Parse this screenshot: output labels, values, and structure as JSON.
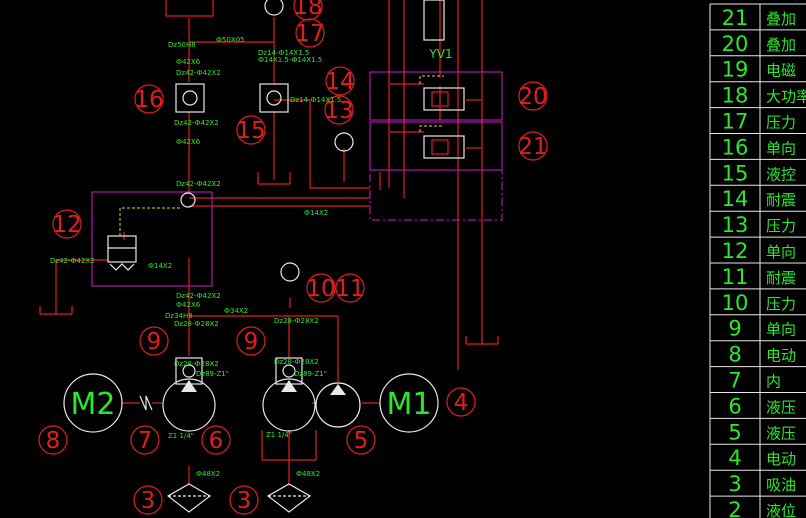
{
  "callouts": [
    "18",
    "17",
    "16",
    "15",
    "14",
    "13",
    "20",
    "21",
    "12",
    "10",
    "11",
    "9",
    "9",
    "8",
    "7",
    "6",
    "5",
    "4",
    "3",
    "3"
  ],
  "motors": {
    "m2": "M2",
    "m1": "M1"
  },
  "valve_label": "YV1",
  "pipe_labels": [
    "Dz50H8",
    "Ф50X05",
    "Ф42X6",
    "Dz42-Ф42X2",
    "Dz14-Ф14X1.5",
    "Ф14X1.5-Ф14X1.5",
    "Dz42-Ф42X2",
    "Ф42X6",
    "Dz14-Ф14X1.5",
    "Dz42-Ф42X2",
    "Ф14X2",
    "Dz42-Ф42X2",
    "Ф14X2",
    "Dz42-Ф42X2",
    "Ф42X6",
    "Dz34H8",
    "Ф34X2",
    "Dz28-Ф28X2",
    "Dz28-Ф28X2",
    "Dz28-Ф28X2",
    "Dz28-Ф28X2",
    "Dz89-Z1\"",
    "Dz89-Z1\"",
    "Z1 1/4\"",
    "Z1 1/4\"",
    "Ф48X2",
    "Ф48X2"
  ],
  "gauge_tags": [
    "",
    ""
  ],
  "parts_table": {
    "rows": [
      {
        "no": "21",
        "name": "叠加"
      },
      {
        "no": "20",
        "name": "叠加"
      },
      {
        "no": "19",
        "name": "电磁"
      },
      {
        "no": "18",
        "name": "大功率液"
      },
      {
        "no": "17",
        "name": "压力"
      },
      {
        "no": "16",
        "name": "单向"
      },
      {
        "no": "15",
        "name": "液控"
      },
      {
        "no": "14",
        "name": "耐震"
      },
      {
        "no": "13",
        "name": "压力"
      },
      {
        "no": "12",
        "name": "单向"
      },
      {
        "no": "11",
        "name": "耐震"
      },
      {
        "no": "10",
        "name": "压力"
      },
      {
        "no": "9",
        "name": "单向"
      },
      {
        "no": "8",
        "name": "电动"
      },
      {
        "no": "7",
        "name": "内"
      },
      {
        "no": "6",
        "name": "液压"
      },
      {
        "no": "5",
        "name": "液压"
      },
      {
        "no": "4",
        "name": "电动"
      },
      {
        "no": "3",
        "name": "吸油"
      },
      {
        "no": "2",
        "name": "液位"
      }
    ]
  }
}
